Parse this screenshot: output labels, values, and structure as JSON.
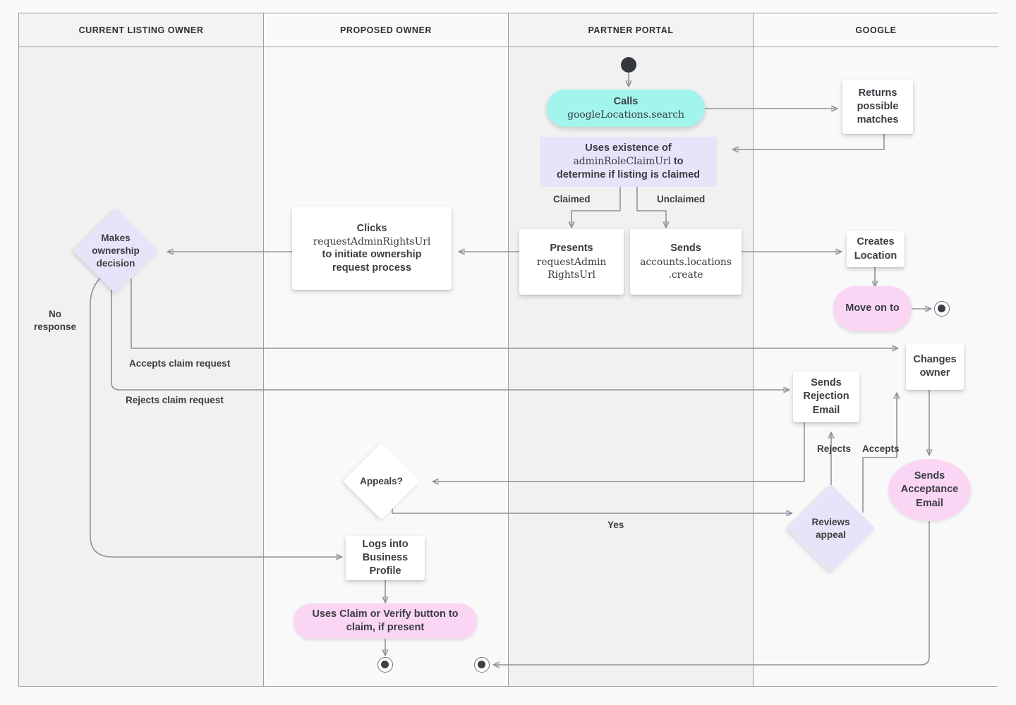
{
  "diagram": {
    "title": "Google Business Profile listing ownership transfer flow",
    "type": "swimlane-flowchart",
    "colors": {
      "lane_border": "#9e9e9e",
      "lane_shade_a": "#f1f1f1",
      "lane_shade_b": "#f9f9f9",
      "connector": "#8e949c",
      "node_white": "#ffffff",
      "node_cyan": "#a2f5ec",
      "node_pink": "#fbd6f4",
      "node_lavender": "#e9e3f9",
      "text": "#3a3d42",
      "start_marker": "#35383d"
    }
  },
  "lanes": [
    {
      "id": "current-listing-owner",
      "label": "CURRENT LISTING OWNER"
    },
    {
      "id": "proposed-owner",
      "label": "PROPOSED OWNER"
    },
    {
      "id": "partner-portal",
      "label": "PARTNER PORTAL"
    },
    {
      "id": "google",
      "label": "GOOGLE"
    }
  ],
  "nodes": {
    "calls_search": {
      "line1": "Calls",
      "line2": "googleLocations.search",
      "shape": "pill",
      "color": "cyan",
      "lane": "partner-portal"
    },
    "returns_matches": {
      "text": "Returns\npossible\nmatches",
      "shape": "rect",
      "color": "white",
      "lane": "google"
    },
    "uses_existence": {
      "line1": "Uses existence of",
      "line2": "adminRoleClaimUrl",
      "line2_suffix": " to",
      "line3": "determine if listing is claimed",
      "shape": "rect",
      "color": "lavender",
      "lane": "partner-portal"
    },
    "presents_url": {
      "line1": "Presents",
      "line2": "requestAdmin",
      "line3": "RightsUrl",
      "shape": "rect",
      "color": "white",
      "lane": "partner-portal"
    },
    "sends_create": {
      "line1": "Sends",
      "line2": "accounts.locations",
      "line3": ".create",
      "shape": "rect",
      "color": "white",
      "lane": "partner-portal"
    },
    "creates_location": {
      "text": "Creates\nLocation",
      "shape": "rect",
      "color": "white",
      "lane": "google"
    },
    "move_on_to": {
      "text": "Move on to",
      "shape": "pill",
      "color": "pink",
      "lane": "google"
    },
    "clicks_url": {
      "line1": "Clicks",
      "line2": "requestAdminRightsUrl",
      "line3": "to initiate ownership",
      "line4": "request process",
      "shape": "rect",
      "color": "white",
      "lane": "proposed-owner"
    },
    "makes_decision": {
      "text": "Makes\nownership\ndecision",
      "shape": "diamond",
      "color": "lavender",
      "lane": "current-listing-owner"
    },
    "changes_owner": {
      "text": "Changes\nowner",
      "shape": "rect",
      "color": "white",
      "lane": "google"
    },
    "sends_rejection": {
      "text": "Sends\nRejection\nEmail",
      "shape": "rect",
      "color": "white",
      "lane": "google"
    },
    "sends_acceptance": {
      "text": "Sends\nAcceptance\nEmail",
      "shape": "ellipse",
      "color": "pink",
      "lane": "google"
    },
    "appeals": {
      "text": "Appeals?",
      "shape": "diamond",
      "color": "white",
      "lane": "proposed-owner"
    },
    "reviews_appeal": {
      "text": "Reviews\nappeal",
      "shape": "diamond",
      "color": "lavender",
      "lane": "google"
    },
    "logs_into": {
      "text": "Logs into\nBusiness\nProfile",
      "shape": "rect",
      "color": "white",
      "lane": "proposed-owner"
    },
    "uses_claim_button": {
      "text": "Uses Claim or Verify button to\nclaim, if present",
      "shape": "pill",
      "color": "pink",
      "lane": "proposed-owner"
    }
  },
  "edge_labels": {
    "claimed": "Claimed",
    "unclaimed": "Unclaimed",
    "no_response": "No\nresponse",
    "accepts_claim_request": "Accepts claim request",
    "rejects_claim_request": "Rejects claim request",
    "rejects": "Rejects",
    "accepts": "Accepts",
    "yes": "Yes"
  },
  "markers": {
    "start_partner_portal": "start-node",
    "end_google": "end-node",
    "end_proposed_owner": "end-node",
    "end_partner_portal": "end-node"
  }
}
